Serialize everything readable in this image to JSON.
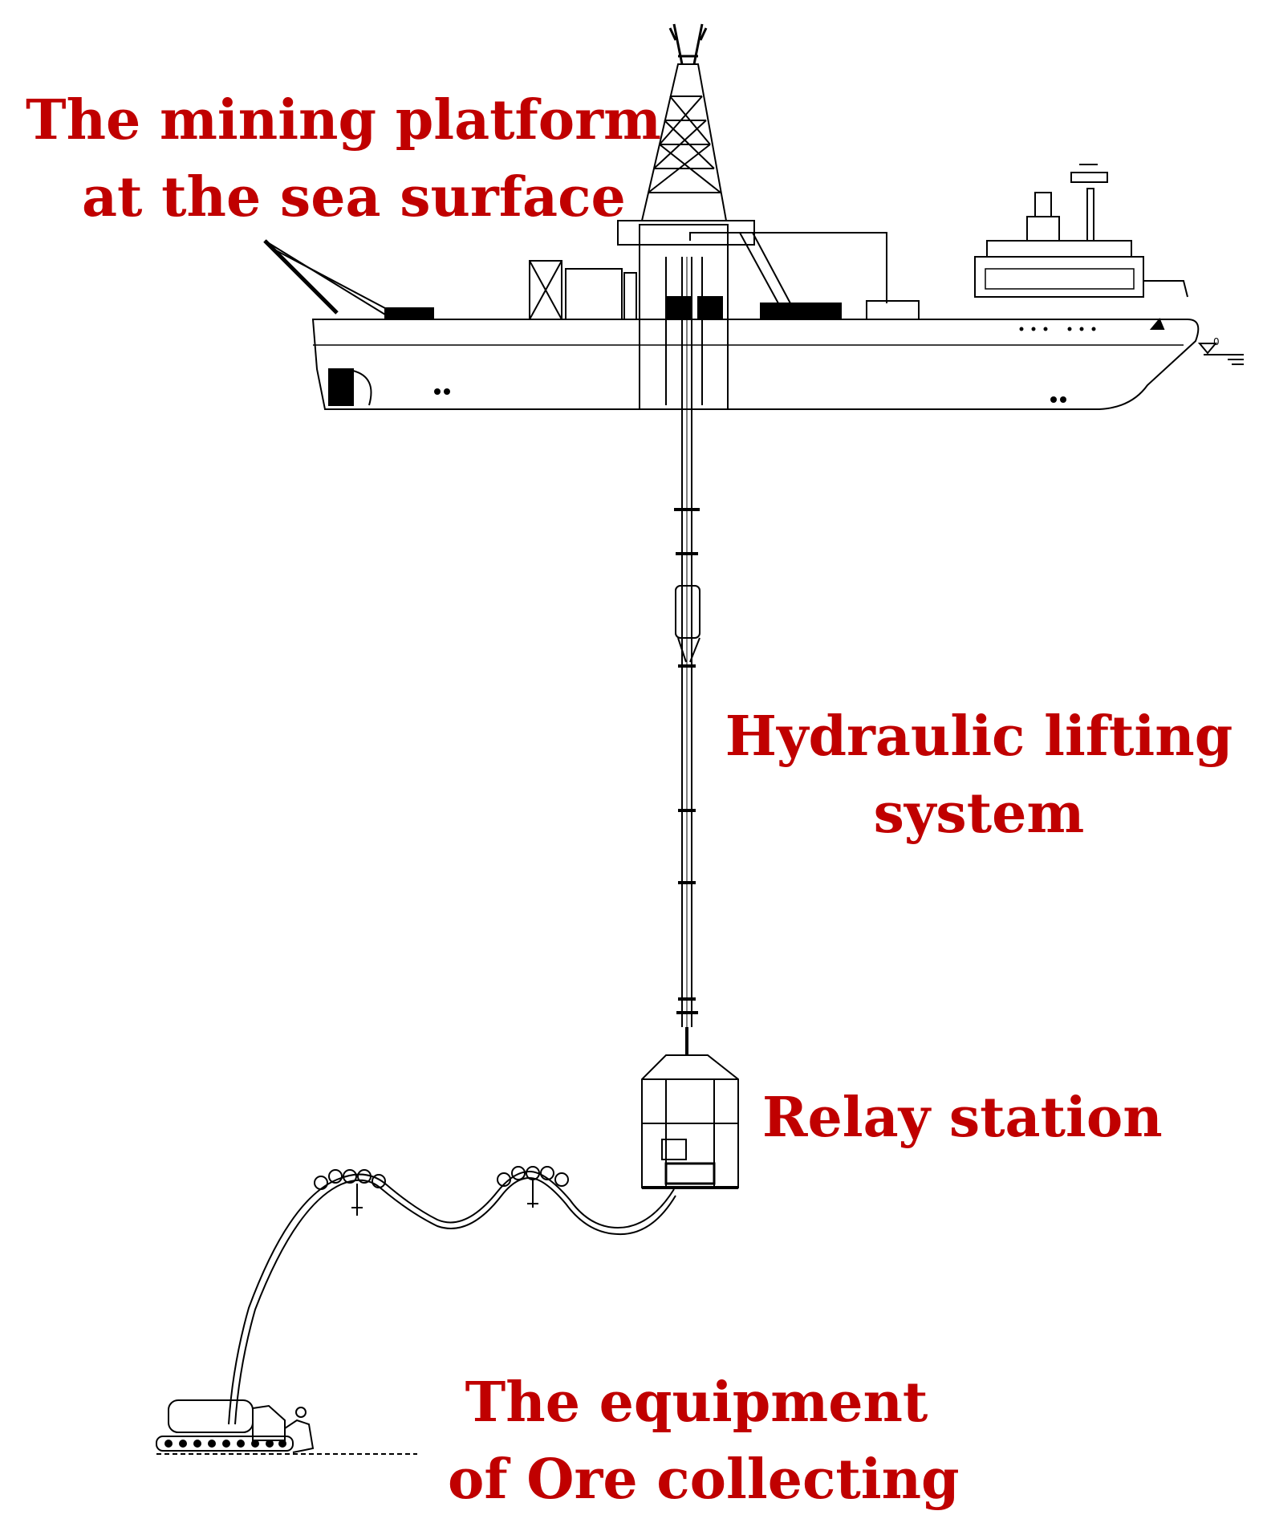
{
  "labels": {
    "platform": [
      "The mining platform",
      "at the sea surface"
    ],
    "lifting": [
      "Hydraulic lifting",
      "system"
    ],
    "relay": [
      "Relay station"
    ],
    "collector": [
      "The equipment",
      "of Ore collecting"
    ]
  },
  "icons": {
    "waterline_marker": "0"
  },
  "colors": {
    "label_text": "#c00000",
    "drawing_lines": "#000000",
    "background": "#ffffff"
  }
}
